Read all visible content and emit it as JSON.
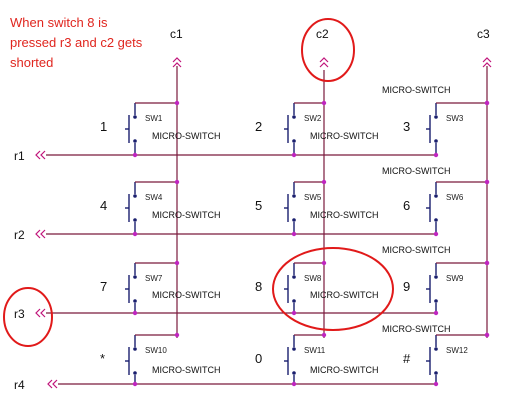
{
  "note": {
    "lines": [
      "When switch 8 is",
      "pressed r3 and c2 gets",
      "shorted"
    ]
  },
  "colors": {
    "note": "#e0261f",
    "highlight": "#e11a1a",
    "wire": "#7a1a3c",
    "switch": "#1a1f6e",
    "node": "#c026c0"
  },
  "columns": [
    {
      "id": "c1",
      "label": "c1"
    },
    {
      "id": "c2",
      "label": "c2"
    },
    {
      "id": "c3",
      "label": "c3"
    }
  ],
  "rows": [
    {
      "id": "r1",
      "label": "r1"
    },
    {
      "id": "r2",
      "label": "r2"
    },
    {
      "id": "r3",
      "label": "r3"
    },
    {
      "id": "r4",
      "label": "r4"
    }
  ],
  "switches": [
    {
      "key": "1",
      "ref": "SW1",
      "part": "MICRO-SWITCH"
    },
    {
      "key": "2",
      "ref": "SW2",
      "part": "MICRO-SWITCH"
    },
    {
      "key": "3",
      "ref": "SW3",
      "part": "MICRO-SWITCH"
    },
    {
      "key": "4",
      "ref": "SW4",
      "part": "MICRO-SWITCH"
    },
    {
      "key": "5",
      "ref": "SW5",
      "part": "MICRO-SWITCH"
    },
    {
      "key": "6",
      "ref": "SW6",
      "part": "MICRO-SWITCH"
    },
    {
      "key": "7",
      "ref": "SW7",
      "part": "MICRO-SWITCH"
    },
    {
      "key": "8",
      "ref": "SW8",
      "part": "MICRO-SWITCH"
    },
    {
      "key": "9",
      "ref": "SW9",
      "part": "MICRO-SWITCH"
    },
    {
      "key": "*",
      "ref": "SW10",
      "part": "MICRO-SWITCH"
    },
    {
      "key": "0",
      "ref": "SW11",
      "part": "MICRO-SWITCH"
    },
    {
      "key": "#",
      "ref": "SW12",
      "part": "MICRO-SWITCH"
    }
  ]
}
